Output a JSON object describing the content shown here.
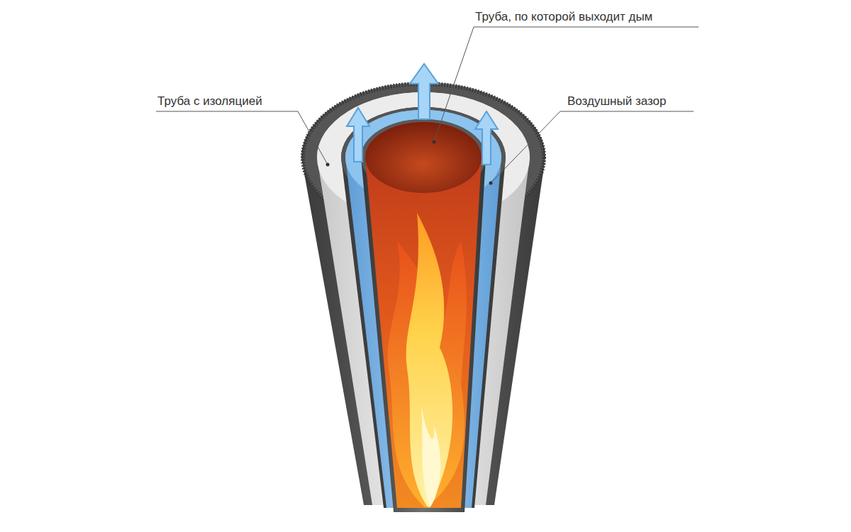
{
  "diagram": {
    "labels": [
      "Труба, по которой выходит дым",
      "Труба с изоляцией",
      "Воздушный зазор"
    ]
  }
}
